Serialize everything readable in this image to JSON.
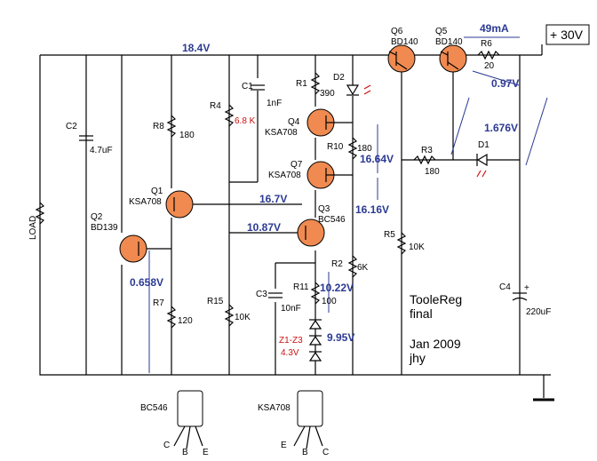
{
  "supply": {
    "label": "+ 30V"
  },
  "notes": {
    "line1": "TooleReg",
    "line2": "final",
    "line3": "Jan 2009",
    "line4": "jhy"
  },
  "load_label": "LOAD",
  "measurements": {
    "rail": "18.4V",
    "current": "49mA",
    "r6_drop": "0.97V",
    "d1_drop": "1.676V",
    "v_q4q7": "16.64V",
    "v_q7e": "16.16V",
    "q3_coll": "16.7V",
    "q3_base": "10.87V",
    "q2_vbe": "0.658V",
    "r11_top": "10.22V",
    "zener": "9.95V"
  },
  "components": {
    "q6": {
      "name": "Q6",
      "part": "BD140"
    },
    "q5": {
      "name": "Q5",
      "part": "BD140"
    },
    "q4": {
      "name": "Q4",
      "part": "KSA708"
    },
    "q7": {
      "name": "Q7",
      "part": "KSA708"
    },
    "q1": {
      "name": "Q1",
      "part": "KSA708"
    },
    "q3": {
      "name": "Q3",
      "part": "BC546"
    },
    "q2": {
      "name": "Q2",
      "part": "BD139"
    },
    "r1": {
      "name": "R1",
      "value": "390"
    },
    "r2": {
      "name": "R2",
      "value": "6K"
    },
    "r3": {
      "name": "R3",
      "value": "180"
    },
    "r4": {
      "name": "R4",
      "value": "6.8 K"
    },
    "r5": {
      "name": "R5",
      "value": "10K"
    },
    "r6": {
      "name": "R6",
      "value": "20"
    },
    "r7": {
      "name": "R7",
      "value": "120"
    },
    "r8": {
      "name": "R8",
      "value": "180"
    },
    "r10": {
      "name": "R10",
      "value": "180"
    },
    "r11": {
      "name": "R11",
      "value": "100"
    },
    "r15": {
      "name": "R15",
      "value": "10K"
    },
    "c1": {
      "name": "C1",
      "value": "1nF"
    },
    "c2": {
      "name": "C2",
      "value": "4.7uF"
    },
    "c3": {
      "name": "C3",
      "value": "10nF"
    },
    "c4": {
      "name": "C4",
      "value": "220uF"
    },
    "d1": {
      "name": "D1"
    },
    "d2": {
      "name": "D2"
    },
    "zener": {
      "name": "Z1-Z3",
      "value": "4.3V"
    }
  },
  "packages": {
    "bc546": {
      "title": "BC546",
      "pins": [
        "C",
        "B",
        "E"
      ]
    },
    "ksa708": {
      "title": "KSA708",
      "pins": [
        "E",
        "B",
        "C"
      ]
    }
  },
  "colors": {
    "transistor_fill": "#f08a50",
    "measure_blue": "#2b3a93",
    "label_red": "#d01010"
  }
}
